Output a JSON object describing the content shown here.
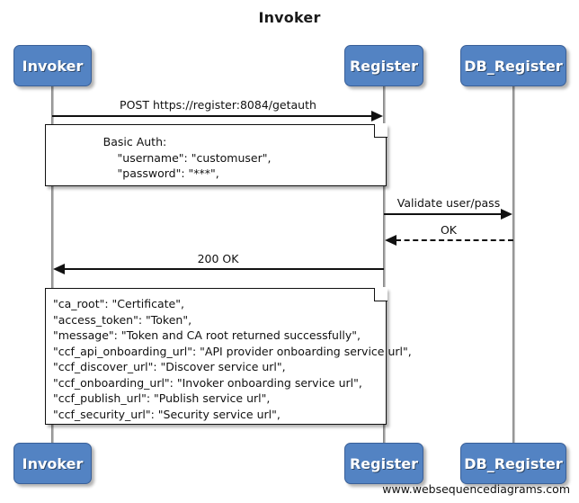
{
  "diagram": {
    "title": "Invoker",
    "footer": "www.websequencediagrams.com",
    "colors": {
      "participant_fill": "#5383c3",
      "participant_border": "#3a6098",
      "participant_text": "#ffffff",
      "lifeline": "#a0a0a0",
      "arrow": "#111111",
      "note_fill": "#ffffff",
      "note_border": "#111111",
      "background": "#ffffff"
    }
  },
  "participants": [
    {
      "id": "invoker",
      "label": "Invoker"
    },
    {
      "id": "register",
      "label": "Register"
    },
    {
      "id": "db_register",
      "label": "DB_Register"
    }
  ],
  "participants_bottom": [
    {
      "id": "invoker-bottom",
      "label": "Invoker"
    },
    {
      "id": "register-bottom",
      "label": "Register"
    },
    {
      "id": "db_register-bottom",
      "label": "DB_Register"
    }
  ],
  "messages": [
    {
      "id": "msg-post-getauth",
      "label": "POST https://register:8084/getauth",
      "from": "invoker",
      "to": "register",
      "direction": "right",
      "style": "solid"
    },
    {
      "id": "msg-validate",
      "label": "Validate user/pass",
      "from": "register",
      "to": "db_register",
      "direction": "right",
      "style": "solid"
    },
    {
      "id": "msg-ok",
      "label": "OK",
      "from": "db_register",
      "to": "register",
      "direction": "left",
      "style": "dashed"
    },
    {
      "id": "msg-200-ok",
      "label": "200 OK",
      "from": "register",
      "to": "invoker",
      "direction": "left",
      "style": "solid"
    }
  ],
  "notes": [
    {
      "id": "note-basic-auth",
      "lines": [
        "              Basic Auth:",
        "                  \"username\": \"customuser\",",
        "                  \"password\": \"***\","
      ],
      "text": "              Basic Auth:\n                  \"username\": \"customuser\",\n                  \"password\": \"***\","
    },
    {
      "id": "note-response-payload",
      "lines": [
        "\"ca_root\": \"Certificate\",",
        "\"access_token\": \"Token\",",
        "\"message\": \"Token and CA root returned successfully\",",
        "\"ccf_api_onboarding_url\": \"API provider onboarding service url\",",
        "\"ccf_discover_url\": \"Discover service url\",",
        "\"ccf_onboarding_url\": \"Invoker onboarding service url\",",
        "\"ccf_publish_url\": \"Publish service url\",",
        "\"ccf_security_url\": \"Security service url\","
      ],
      "text": "\"ca_root\": \"Certificate\",\n\"access_token\": \"Token\",\n\"message\": \"Token and CA root returned successfully\",\n\"ccf_api_onboarding_url\": \"API provider onboarding service url\",\n\"ccf_discover_url\": \"Discover service url\",\n\"ccf_onboarding_url\": \"Invoker onboarding service url\",\n\"ccf_publish_url\": \"Publish service url\",\n\"ccf_security_url\": \"Security service url\","
    }
  ]
}
